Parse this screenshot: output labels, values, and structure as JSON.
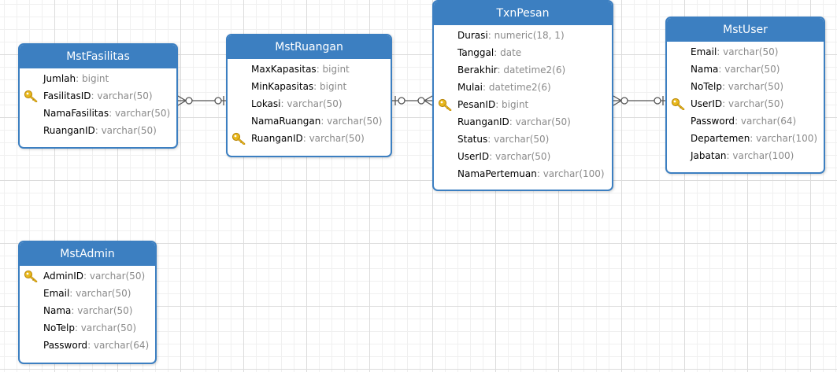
{
  "entities": [
    {
      "name": "MstFasilitas",
      "attributes": [
        {
          "name": "Jumlah",
          "type": ": bigint",
          "key": false
        },
        {
          "name": "FasilitasID",
          "type": ": varchar(50)",
          "key": true
        },
        {
          "name": "NamaFasilitas",
          "type": ": varchar(50)",
          "key": false
        },
        {
          "name": "RuanganID",
          "type": ": varchar(50)",
          "key": false
        }
      ]
    },
    {
      "name": "MstRuangan",
      "attributes": [
        {
          "name": "MaxKapasitas",
          "type": ": bigint",
          "key": false
        },
        {
          "name": "MinKapasitas",
          "type": ": bigint",
          "key": false
        },
        {
          "name": "Lokasi",
          "type": ": varchar(50)",
          "key": false
        },
        {
          "name": "NamaRuangan",
          "type": ": varchar(50)",
          "key": false
        },
        {
          "name": "RuanganID",
          "type": ": varchar(50)",
          "key": true
        }
      ]
    },
    {
      "name": "TxnPesan",
      "attributes": [
        {
          "name": "Durasi",
          "type": ": numeric(18, 1)",
          "key": false
        },
        {
          "name": "Tanggal",
          "type": ": date",
          "key": false
        },
        {
          "name": "Berakhir",
          "type": ": datetime2(6)",
          "key": false
        },
        {
          "name": "Mulai",
          "type": ": datetime2(6)",
          "key": false
        },
        {
          "name": "PesanID",
          "type": ": bigint",
          "key": true
        },
        {
          "name": "RuanganID",
          "type": ": varchar(50)",
          "key": false
        },
        {
          "name": "Status",
          "type": ": varchar(50)",
          "key": false
        },
        {
          "name": "UserID",
          "type": ": varchar(50)",
          "key": false
        },
        {
          "name": "NamaPertemuan",
          "type": ": varchar(100)",
          "key": false
        }
      ]
    },
    {
      "name": "MstUser",
      "attributes": [
        {
          "name": "Email",
          "type": ": varchar(50)",
          "key": false
        },
        {
          "name": "Nama",
          "type": ": varchar(50)",
          "key": false
        },
        {
          "name": "NoTelp",
          "type": ": varchar(50)",
          "key": false
        },
        {
          "name": "UserID",
          "type": ": varchar(50)",
          "key": true
        },
        {
          "name": "Password",
          "type": ": varchar(64)",
          "key": false
        },
        {
          "name": "Departemen",
          "type": ": varchar(100)",
          "key": false
        },
        {
          "name": "Jabatan",
          "type": ": varchar(100)",
          "key": false
        }
      ]
    },
    {
      "name": "MstAdmin",
      "attributes": [
        {
          "name": "AdminID",
          "type": ": varchar(50)",
          "key": true
        },
        {
          "name": "Email",
          "type": ": varchar(50)",
          "key": false
        },
        {
          "name": "Nama",
          "type": ": varchar(50)",
          "key": false
        },
        {
          "name": "NoTelp",
          "type": ": varchar(50)",
          "key": false
        },
        {
          "name": "Password",
          "type": ": varchar(64)",
          "key": false
        }
      ]
    }
  ],
  "relationships": [
    {
      "from": "MstFasilitas",
      "from_end": "zero-or-many",
      "to": "MstRuangan",
      "to_end": "zero-or-one"
    },
    {
      "from": "MstRuangan",
      "from_end": "one-or-zero",
      "to": "TxnPesan",
      "to_end": "zero-or-many"
    },
    {
      "from": "TxnPesan",
      "from_end": "zero-or-many",
      "to": "MstUser",
      "to_end": "zero-or-one"
    }
  ],
  "colors": {
    "entity_header": "#3c7fc1",
    "entity_border": "#3c7fc1",
    "header_text": "#ffffff",
    "attr_type": "#8a8a8a",
    "key_icon": "#e8b81c",
    "link_line": "#555555"
  },
  "icons": {
    "primary_key": "key-icon"
  }
}
